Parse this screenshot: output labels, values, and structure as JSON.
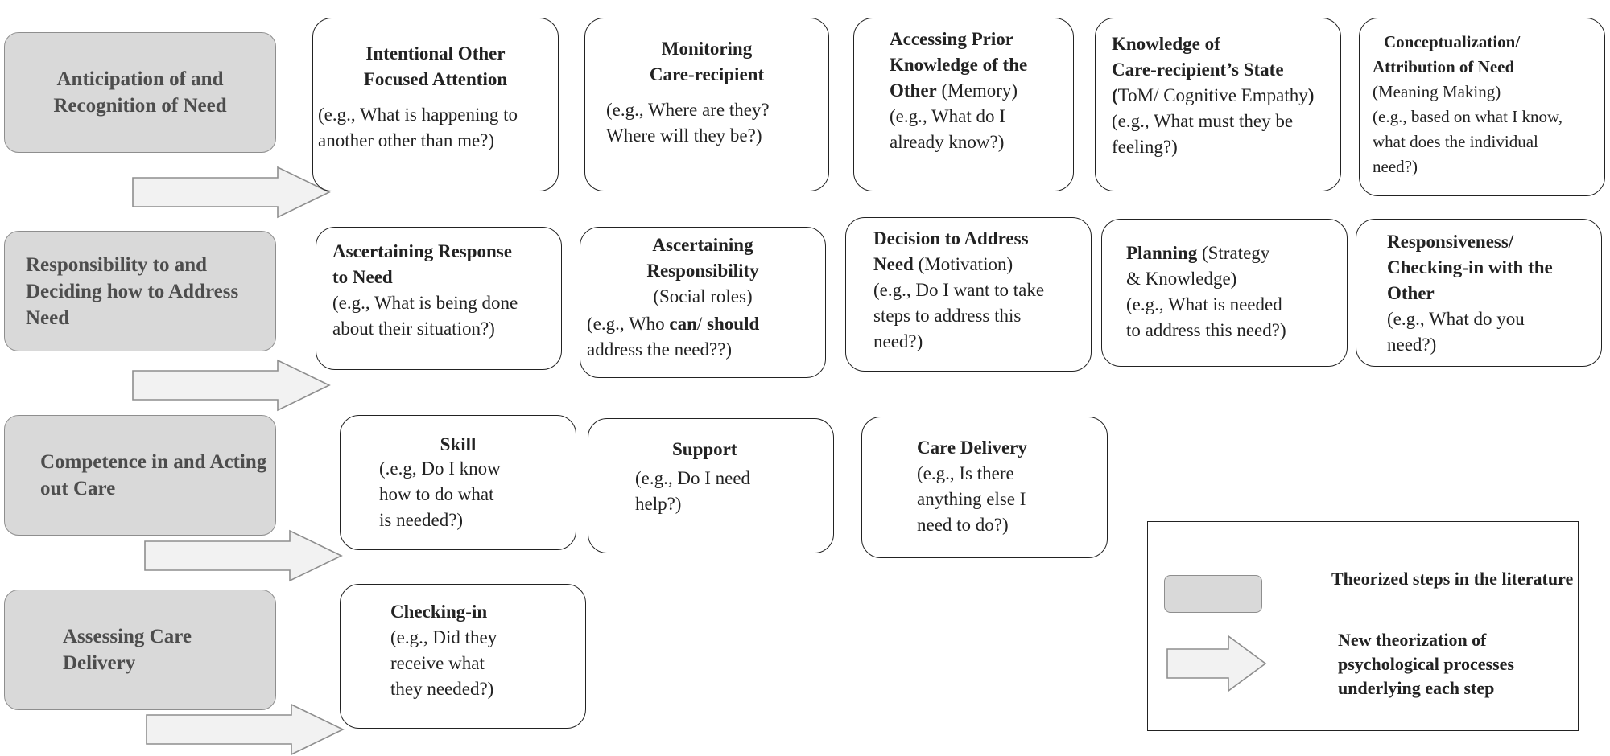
{
  "steps": [
    {
      "line1": "Anticipation of and",
      "line2": "Recognition of Need"
    },
    {
      "line1": "Responsibility to and",
      "line2": "Deciding how to",
      "line3": "Address Need"
    },
    {
      "line1": "Competence in and",
      "line2": "Acting out Care"
    },
    {
      "line1": "Assessing Care",
      "line2": "Delivery"
    }
  ],
  "row1": [
    {
      "title1": "Intentional Other",
      "title2": "Focused Attention",
      "ex1": "(e.g., What is happening to",
      "ex2": "another other than me?)"
    },
    {
      "title1": "Monitoring",
      "title2": "Care-recipient",
      "ex1": "(e.g., Where are they?",
      "ex2": "Where will they be?)"
    },
    {
      "title1": "Accessing Prior",
      "title2": "Knowledge of the",
      "title3": "Other",
      "title3_rest": " (Memory)",
      "ex1": "(e.g., What do I",
      "ex2": "already know?)"
    },
    {
      "title1": "Knowledge of",
      "title2": "Care-recipient’s  State",
      "title3_open": "(",
      "title3": "ToM/ Cognitive Empathy",
      "title3_close": ")",
      "ex1": "(e.g., What must they be",
      "ex2": "feeling?)"
    },
    {
      "title1": "Conceptualization/",
      "title2": "Attribution of Need",
      "sub": "(Meaning Making)",
      "ex1": "(e.g., based on what I know,",
      "ex2": "what does the individual",
      "ex3": "need?)"
    }
  ],
  "row2": [
    {
      "title1": "Ascertaining Response",
      "title2": "to Need",
      "ex1": "(e.g., What is being done",
      "ex2": "about their situation?)"
    },
    {
      "title1": "Ascertaining",
      "title2": "Responsibility",
      "sub": "(Social roles)",
      "ex1_a": "(e.g., Who ",
      "ex1_b": "can",
      "ex1_c": "/ ",
      "ex1_d": "should",
      "ex2": "address the need??)"
    },
    {
      "title1": "Decision to Address",
      "title2": "Need",
      "title2_rest": "  (Motivation)",
      "ex1": "(e.g., Do I want to take",
      "ex2": "steps to address this",
      "ex3": "need?)"
    },
    {
      "title1": "Planning",
      "title1_rest": " (Strategy",
      "title2_rest": "& Knowledge)",
      "ex1": "(e.g., What is needed",
      "ex2": "to address this need?)"
    },
    {
      "title1": "Responsiveness/",
      "title2": "Checking-in with the",
      "title3": "Other",
      "ex1": "(e.g., What do you",
      "ex2": "need?)"
    }
  ],
  "row3": [
    {
      "title": "Skill",
      "ex1": "(.e.g, Do I know",
      "ex2": "how to do what",
      "ex3": "is needed?)"
    },
    {
      "title": "Support",
      "ex1": "(e.g., Do I need",
      "ex2": "help?)"
    },
    {
      "title": "Care Delivery",
      "ex1": "(e.g., Is there",
      "ex2": "anything else I",
      "ex3": "need to do?)"
    }
  ],
  "row4": [
    {
      "title": "Checking-in",
      "ex1": "(e.g., Did they",
      "ex2": "receive what",
      "ex3": "they needed?)"
    }
  ],
  "legend": {
    "theorized1": "Theorized steps in the",
    "theorized2": "literature",
    "new1": "New theorization of",
    "new2": "psychological processes",
    "new3": "underlying each step"
  },
  "colors": {
    "step_fill": "#d9d9d9",
    "step_border": "#8e8e8e",
    "arrow_fill": "#f2f2f2",
    "box_border": "#222222"
  }
}
